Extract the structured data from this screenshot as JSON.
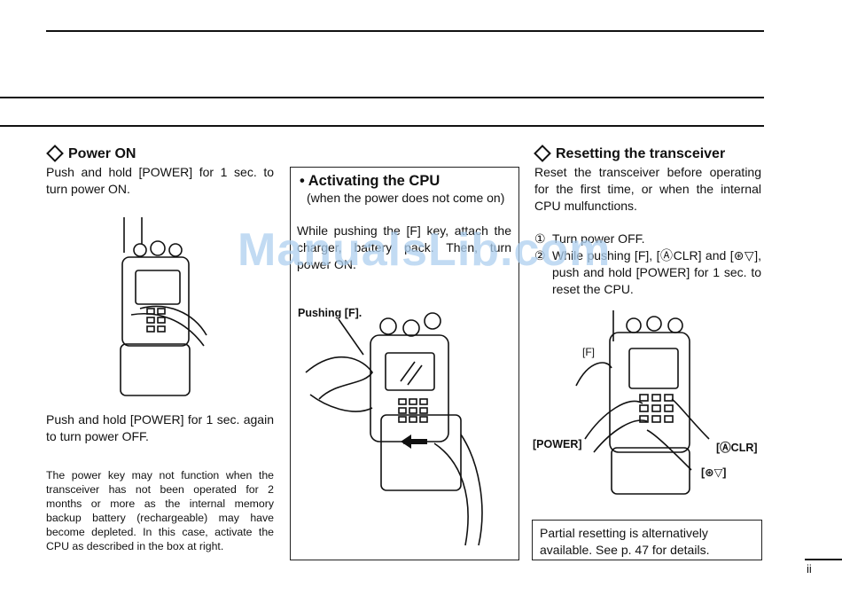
{
  "power_on": {
    "heading": "Power ON",
    "instruction_on": "Push and hold [POWER] for 1 sec. to turn power ON.",
    "instruction_off": "Push and hold [POWER] for 1 sec. again to turn power OFF.",
    "note": "The power key may not function when the transceiver has not been operated for 2 months or more as the internal memory backup battery (rechargeable) may have become depleted. In this case, activate the CPU as described in the box at right."
  },
  "activating_cpu": {
    "heading": "• Activating the CPU",
    "subheading": "(when the power does not come on)",
    "instruction": "While pushing the [F] key, attach the charger, battery pack. Then, turn power ON.",
    "figure_label": "Pushing [F]."
  },
  "resetting": {
    "heading": "Resetting the transceiver",
    "intro": "Reset the transceiver before operating for the first time, or when the internal CPU mulfunctions.",
    "steps": [
      {
        "num": "①",
        "text": "Turn power OFF."
      },
      {
        "num": "②",
        "text": "While pushing [F], [ⒶCLR] and [⊛▽], push and hold [POWER] for 1 sec. to reset the CPU."
      }
    ],
    "labels": {
      "f": "[F]",
      "power": "[POWER]",
      "clr": "[ⒶCLR]",
      "down": "[⊛▽]"
    },
    "partial_note": "Partial resetting is alternatively available. See p. 47 for details."
  },
  "watermark": "ManualsLib.com",
  "page_number": "ii"
}
